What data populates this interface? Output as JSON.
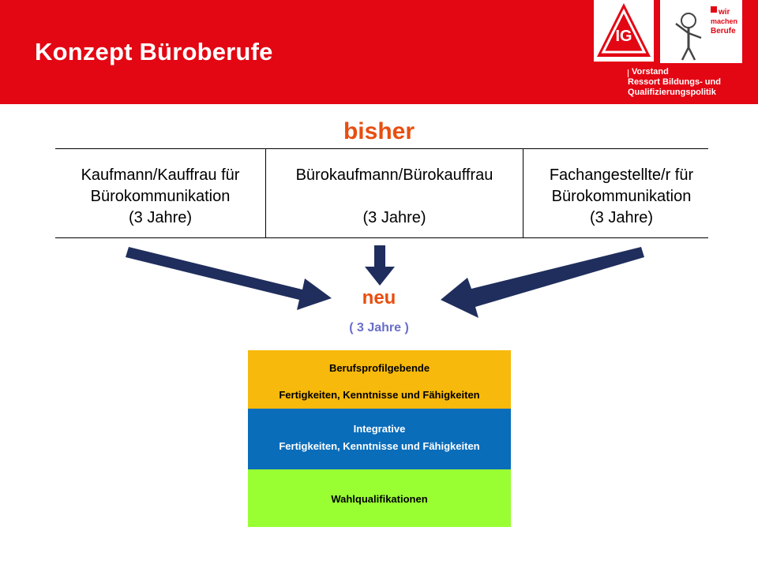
{
  "header": {
    "title": "Konzept Büroberufe",
    "org_lines": [
      "Vorstand",
      "Ressort Bildungs- und",
      "Qualifizierungspolitik"
    ],
    "logo_text": "wir machen Berufe",
    "color": "#e30613"
  },
  "bisher": {
    "label": "bisher",
    "columns": [
      {
        "lines": [
          "Kaufmann/Kauffrau für",
          "Bürokommunikation",
          "(3 Jahre)"
        ]
      },
      {
        "lines": [
          "Bürokaufmann/Bürokauffrau",
          "",
          "(3 Jahre)"
        ]
      },
      {
        "lines": [
          "Fachangestellte/r für",
          "Bürokommunikation",
          "(3 Jahre)"
        ]
      }
    ]
  },
  "neu": {
    "label": "neu",
    "duration": "( 3 Jahre )"
  },
  "blocks": [
    {
      "lines": [
        "Berufsprofilgebende",
        "Fertigkeiten, Kenntnisse und Fähigkeiten"
      ],
      "color": "#f7b90b"
    },
    {
      "lines": [
        "Integrative",
        "Fertigkeiten, Kenntnisse und Fähigkeiten"
      ],
      "color": "#0a6dba"
    },
    {
      "lines": [
        "Wahlqualifikationen"
      ],
      "color": "#99ff33"
    }
  ],
  "colors": {
    "accent_orange": "#e84e0f",
    "arrow_navy": "#1f2e5c",
    "duration_purple": "#6a6ec8"
  }
}
